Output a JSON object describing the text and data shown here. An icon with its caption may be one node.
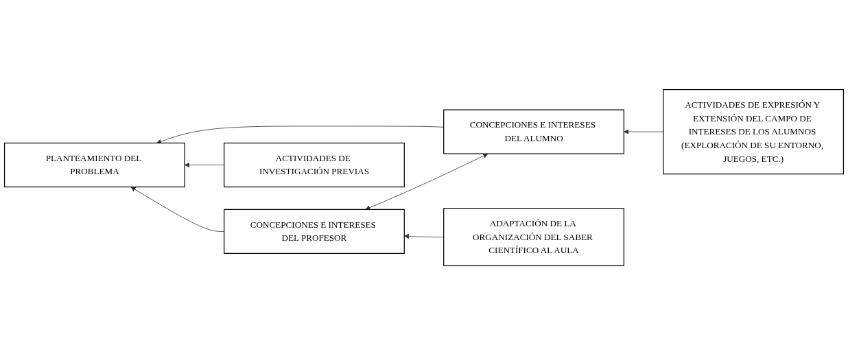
{
  "diagram": {
    "nodes": [
      {
        "text": [
          "CONCEPCIONES E INTERESES DEL ALUMNO"
        ]
      },
      {
        "text": [
          "ACTIVIDADES DE EXPRESIÓN Y EXTENSIÓN DEL CAMPO DE INTERESES DE LOS ALUMNOS (EXPLORACIÓN DE SU ENTORNO, JUEGOS, ETC.)"
        ]
      },
      {
        "text": [
          "PLANTEAMIENTO DEL PROBLEMA"
        ]
      },
      {
        "text": [
          "ACTIVIDADES DE INVESTIGACIÓN PREVIAS"
        ]
      },
      {
        "text": [
          "CONCEPCIONES E INTERESES DEL PROFESOR"
        ]
      },
      {
        "text": [
          "ADAPTACIÓN DE LA ORGANIZACIÓN DEL SABER CIENTÍFICO AL AULA"
        ]
      }
    ],
    "edges": [
      {
        "from": 1,
        "to": 0,
        "arrow": "to"
      },
      {
        "from": 0,
        "to": 2,
        "arrow": "to"
      },
      {
        "from": 3,
        "to": 2,
        "arrow": "to"
      },
      {
        "from": 4,
        "to": 2,
        "arrow": "to"
      },
      {
        "from": 0,
        "to": 4,
        "arrow": "both"
      },
      {
        "from": 5,
        "to": 4,
        "arrow": "to"
      }
    ]
  }
}
